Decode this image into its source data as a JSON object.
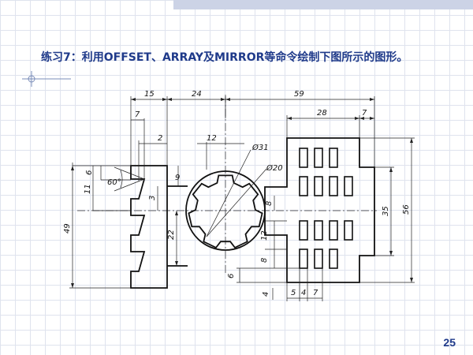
{
  "slide": {
    "title": "练习7：利用OFFSET、ARRAY及MIRROR等命令绘制下图所示的图形。",
    "page_number": "25"
  },
  "drawing": {
    "dims": {
      "w15": "15",
      "w24": "24",
      "w59": "59",
      "w7": "7",
      "w2": "2",
      "w12": "12",
      "w28": "28",
      "w7r": "7",
      "d31": "Ø31",
      "d20": "Ø20",
      "h6": "6",
      "h11": "11",
      "a60": "60°",
      "h9": "9",
      "h3": "3",
      "h49": "49",
      "h22": "22",
      "h8a": "8",
      "h35": "35",
      "h56": "56",
      "h12": "12",
      "h8b": "8",
      "h6b": "6",
      "h4": "4",
      "b5": "5",
      "b4": "4",
      "b7": "7"
    }
  }
}
